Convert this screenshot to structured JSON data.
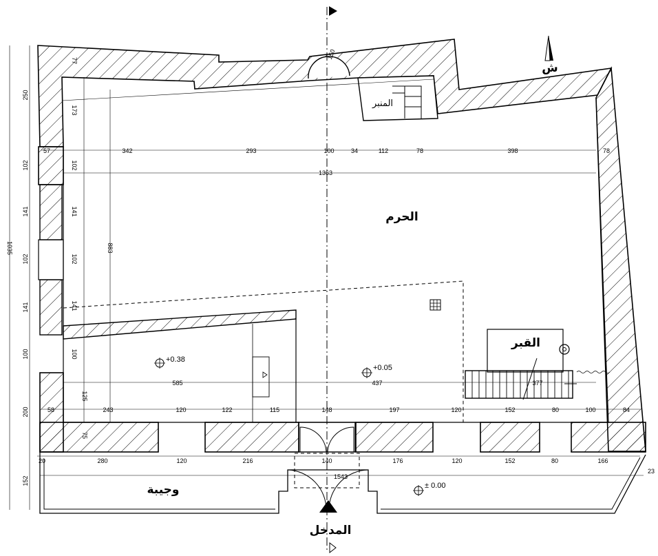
{
  "labels": {
    "haram": "الحرم",
    "minbar": "المنبر",
    "qabr": "القبر",
    "wajiha": "وجيبة",
    "entrance": "المدخل",
    "north": "ش"
  },
  "levels": {
    "raised": "+0.38",
    "haram": "+0.05",
    "street": "± 0.00"
  },
  "dims_top_row": [
    "57",
    "342",
    "293",
    "100",
    "34",
    "112",
    "78",
    "398",
    "78"
  ],
  "dims_total_1363": "1363",
  "dims_row_585": [
    "585",
    "437",
    "377"
  ],
  "dims_row_inner": [
    "58",
    "243",
    "120",
    "122",
    "115",
    "148",
    "197",
    "120",
    "152",
    "80",
    "100",
    "84"
  ],
  "dims_row_outer": [
    "20",
    "280",
    "120",
    "216",
    "140",
    "176",
    "120",
    "152",
    "80",
    "166"
  ],
  "dims_total_1543": "1543",
  "dims_left_outer": [
    "250",
    "102",
    "141",
    "102",
    "141",
    "100",
    "200",
    "152"
  ],
  "dims_left_inner": [
    "77",
    "173",
    "102",
    "141",
    "102",
    "141",
    "100",
    "125",
    "75"
  ],
  "dims_misc": {
    "total_height": "1035",
    "inner_height": "883",
    "mihrab": "150",
    "corner": "23"
  }
}
